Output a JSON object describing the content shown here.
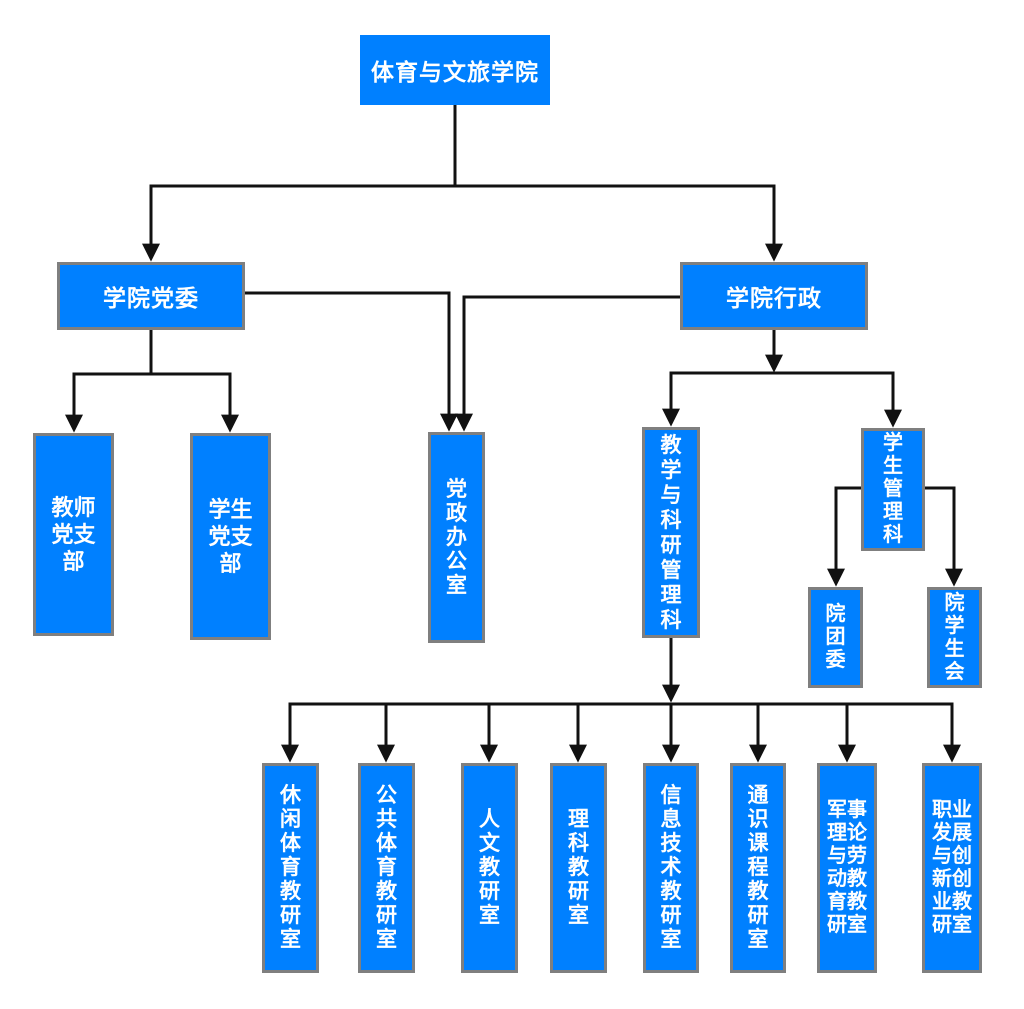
{
  "colors": {
    "box_fill": "#0080ff",
    "box_border": "#7f7f7f",
    "box_text": "#ffffff",
    "connector": "#111111",
    "background": "#ffffff"
  },
  "nodes": {
    "root": "体育与文旅学院",
    "party_committee": "学院党委",
    "administration": "学院行政",
    "teacher_party_branch": "教师党支部",
    "student_party_branch": "学生党支部",
    "party_gov_office": "党政办公室",
    "teaching_research_mgmt": "教学与科研管理科",
    "student_mgmt": "学生管理科",
    "youth_league": "院团委",
    "student_union": "院学生会",
    "leisure_sports_office": "休闲体育教研室",
    "public_sports_office": "公共体育教研室",
    "humanities_office": "人文教研室",
    "science_office": "理科教研室",
    "info_tech_office": "信息技术教研室",
    "general_courses_office": "通识课程教研室",
    "military_labor_office": "军事理论与劳动教育教研室",
    "career_innovation_office": "职业发展与创新创业教研室"
  },
  "hierarchy": {
    "体育与文旅学院": [
      "学院党委",
      "学院行政"
    ],
    "学院党委": [
      "教师党支部",
      "学生党支部",
      "党政办公室"
    ],
    "学院行政": [
      "党政办公室",
      "教学与科研管理科",
      "学生管理科"
    ],
    "学生管理科": [
      "院团委",
      "院学生会"
    ],
    "教学与科研管理科": [
      "休闲体育教研室",
      "公共体育教研室",
      "人文教研室",
      "理科教研室",
      "信息技术教研室",
      "通识课程教研室",
      "军事理论与劳动教育教研室",
      "职业发展与创新创业教研室"
    ]
  }
}
